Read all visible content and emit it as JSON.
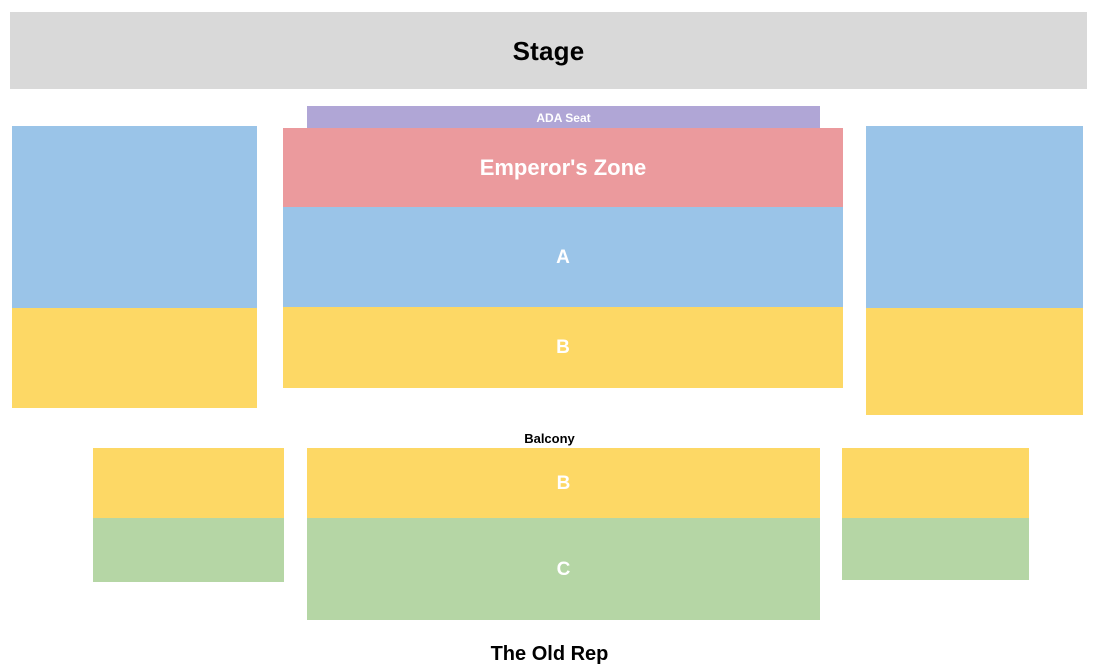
{
  "venue": {
    "name": "The Old Rep",
    "stage_label": "Stage",
    "balcony_label": "Balcony"
  },
  "colors": {
    "stage": "#d9d9d9",
    "ada": "#b0a6d6",
    "emperors_zone": "#eb9a9d",
    "section_a": "#9ac4e8",
    "section_b": "#fdd865",
    "section_c": "#b5d6a5",
    "label_text": "#ffffff",
    "text": "#000000",
    "background": "#ffffff"
  },
  "sections": {
    "stage": {
      "label": "Stage"
    },
    "ada": {
      "label": "ADA Seat"
    },
    "emperors_zone": {
      "label": "Emperor's Zone"
    },
    "floor_center_a": {
      "label": "A"
    },
    "floor_center_b": {
      "label": "B"
    },
    "floor_left_a": {
      "label": ""
    },
    "floor_left_b": {
      "label": ""
    },
    "floor_right_a": {
      "label": ""
    },
    "floor_right_b": {
      "label": ""
    },
    "balcony_center_b": {
      "label": "B"
    },
    "balcony_center_c": {
      "label": "C"
    },
    "balcony_left_b": {
      "label": ""
    },
    "balcony_left_c": {
      "label": ""
    },
    "balcony_right_b": {
      "label": ""
    },
    "balcony_right_c": {
      "label": ""
    }
  }
}
